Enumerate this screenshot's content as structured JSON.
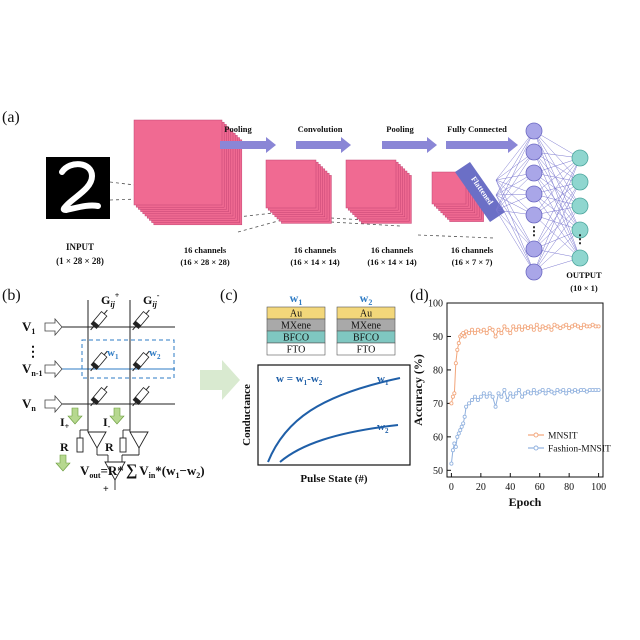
{
  "panel_a": {
    "tag": "(a)",
    "stage_labels": [
      "Pooling",
      "Convolution",
      "Pooling",
      "Fully Connected"
    ],
    "flattened": "Flattened",
    "input": {
      "title": "INPUT",
      "dims": "(1 × 28 × 28)"
    },
    "layers": [
      {
        "title": "16 channels",
        "dims": "(16 × 28 × 28)"
      },
      {
        "title": "16 channels",
        "dims": "(16 × 14 × 14)"
      },
      {
        "title": "16 channels",
        "dims": "(16 × 14 × 14)"
      },
      {
        "title": "16 channels",
        "dims": "(16 × 7 × 7)"
      }
    ],
    "output": {
      "title": "OUTPUT",
      "dims": "(10 × 1)"
    },
    "colors": {
      "feature_map": "#f06a92",
      "hidden_node": "#a9a6e8",
      "output_node": "#8fd6cf",
      "arrow": "#8a86d6"
    }
  },
  "panel_b": {
    "tag": "(b)",
    "g_plus": "G",
    "g_plus_sub": "ij",
    "g_plus_sup": "+",
    "g_minus": "G",
    "g_minus_sub": "ij",
    "g_minus_sup": "-",
    "v1": "V",
    "v1_sub": "1",
    "vdots": "⋮",
    "vn1": "V",
    "vn1_sub": "n-1",
    "vn": "V",
    "vn_sub": "n",
    "w1": "w",
    "w1_sub": "1",
    "w2": "w",
    "w2_sub": "2",
    "i_plus": "I",
    "i_plus_sub": "+",
    "i_minus": "I",
    "i_minus_sub": "-",
    "r_left": "R",
    "r_right": "R",
    "vout": "V",
    "vout_sub": "out",
    "eq_rhs": "=R*",
    "sum": "∑",
    "vin": "V",
    "vin_sub": "in",
    "weights": "*(w",
    "weights_a": "1",
    "weights_mid": "−w",
    "weights_b": "2",
    "weights_end": ")"
  },
  "panel_c": {
    "tag": "(c)",
    "stack1_label": "w",
    "stack1_sub": "1",
    "stack2_label": "w",
    "stack2_sub": "2",
    "layers": [
      "Au",
      "MXene",
      "BFCO",
      "FTO"
    ],
    "layer_colors": [
      "#f3d77a",
      "#a9a9a9",
      "#7fc7c1",
      "#ffffff"
    ],
    "equation": "w = w",
    "equation_a": "1",
    "equation_mid": "-w",
    "equation_b": "2",
    "curve1_label": "w",
    "curve1_sub": "1",
    "curve2_label": "w",
    "curve2_sub": "2",
    "ylabel": "Conductance",
    "xlabel": "Pulse State (#)"
  },
  "panel_d": {
    "tag": "(d)",
    "chart_data": {
      "type": "line",
      "xlabel": "Epoch",
      "ylabel": "Accuracy (%)",
      "xlim": [
        -3,
        103
      ],
      "ylim": [
        48,
        100
      ],
      "xticks": [
        0,
        20,
        40,
        60,
        80,
        100
      ],
      "yticks": [
        50,
        60,
        70,
        80,
        90,
        100
      ],
      "legend_position": "bottom-right",
      "series": [
        {
          "name": "MNSIT",
          "color": "#f2a57a",
          "x": [
            0,
            1,
            2,
            3,
            4,
            5,
            6,
            7,
            8,
            9,
            10,
            12,
            14,
            16,
            18,
            20,
            22,
            24,
            26,
            28,
            30,
            32,
            34,
            36,
            38,
            40,
            42,
            44,
            46,
            48,
            50,
            52,
            54,
            56,
            58,
            60,
            62,
            64,
            66,
            68,
            70,
            72,
            74,
            76,
            78,
            80,
            82,
            84,
            86,
            88,
            90,
            92,
            94,
            96,
            98,
            100
          ],
          "y": [
            70,
            72,
            73,
            82,
            86,
            88,
            90,
            90.5,
            91,
            90,
            91.5,
            91,
            92,
            91,
            92,
            91.5,
            92,
            91,
            92.5,
            92,
            90,
            92,
            91,
            93,
            92,
            91,
            93,
            92,
            93,
            92,
            93,
            92.5,
            93,
            92,
            93.5,
            92,
            93,
            92.5,
            93,
            92,
            93.5,
            93,
            92.5,
            93,
            93.5,
            92.5,
            93,
            93.5,
            93,
            92.5,
            93.5,
            93,
            93,
            93.5,
            93,
            93
          ]
        },
        {
          "name": "Fashion-MNSIT",
          "color": "#8fb0de",
          "x": [
            0,
            1,
            2,
            3,
            4,
            5,
            6,
            7,
            8,
            9,
            10,
            12,
            14,
            16,
            18,
            20,
            22,
            24,
            26,
            28,
            30,
            32,
            34,
            36,
            38,
            40,
            42,
            44,
            46,
            48,
            50,
            52,
            54,
            56,
            58,
            60,
            62,
            64,
            66,
            68,
            70,
            72,
            74,
            76,
            78,
            80,
            82,
            84,
            86,
            88,
            90,
            92,
            94,
            96,
            98,
            100
          ],
          "y": [
            52,
            56,
            58,
            57,
            60,
            61,
            62,
            63,
            64,
            66,
            69,
            70,
            71,
            72,
            71,
            72,
            73,
            72,
            73,
            72,
            69,
            73,
            72,
            74,
            71,
            73,
            72,
            73,
            74,
            72,
            73,
            73.5,
            73,
            74,
            73,
            73.5,
            74,
            73,
            74,
            73.5,
            73,
            74,
            73.5,
            74,
            73,
            74,
            73.5,
            74,
            73.5,
            74,
            74,
            73.5,
            74,
            74,
            74,
            74
          ]
        }
      ]
    }
  }
}
